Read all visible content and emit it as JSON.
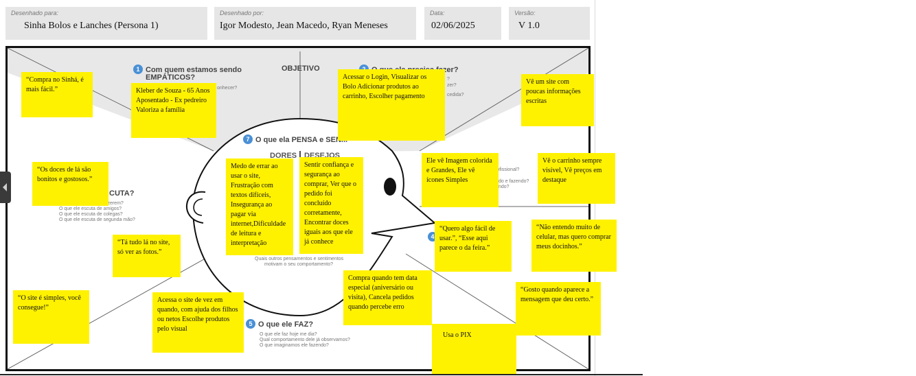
{
  "header": {
    "para": {
      "caption": "Desenhado para:",
      "value": "Sinha Bolos e Lanches   (Persona 1)"
    },
    "por": {
      "caption": "Desenhado por:",
      "value": "Igor Modesto, Jean Macedo, Ryan Meneses"
    },
    "data": {
      "caption": "Data:",
      "value": "02/06/2025"
    },
    "versao": {
      "caption": "Versão:",
      "value": "V 1.0"
    }
  },
  "canvas": {
    "sec1": {
      "num": "1",
      "line1": "Com quem estamos sendo",
      "line2": "EMPÁTICOS?"
    },
    "objetivo": "OBJETIVO",
    "sec2": {
      "num": "2",
      "label": "O que ela precisa fazer?"
    },
    "sec7": {
      "num": "7",
      "label": "O que ela PENSA e SEN..."
    },
    "dores": "DORES",
    "desejos": "DESEJOS",
    "sec4_num": "4",
    "sec5": {
      "num": "5",
      "label": "O que ele FAZ?"
    },
    "escuta_fragment": "CUTA?",
    "hints": {
      "sec1": "onhecer?",
      "sec2_a": "?",
      "sec2_b": "zer?",
      "sec2_c": "cedida?",
      "sec3_a": "rofissional?",
      "sec3_b": "?",
      "sec3_c": "do e fazendo?",
      "sec3_d": "ndo?",
      "escuta_1": "dizerem?",
      "escuta_2": "O que ele escuta de amigos?",
      "escuta_3": "O que ele escuta de colegas?",
      "escuta_4": "O que ele escuta de segunda mão?",
      "pensa_1": "Quais outros pensamentos e sentimentos",
      "pensa_2": "motivam o seu comportamento?",
      "faz_1": "O que ele faz hoje me dia?",
      "faz_2": "Qual comportamento dele já observamos?",
      "faz_3": "O que imaginamos ele fazendo?"
    }
  },
  "notes": {
    "n_compra": "“Compra no Sinhá, é mais fácil.”",
    "n_kleber": "Kleber de Souza - 65 Anos Aposentado - Ex pedreiro Valoriza a família",
    "n_acessar": "Acessar o Login, Visualizar os Bolo  Adicionar produtos ao carrinho, Escolher pagamento",
    "n_site_poucas": "Vê um site com poucas informações escritas",
    "n_doces": "“Os doces de lá são bonitos e gostosos.”",
    "n_medo": "Medo de errar ao usar o site, Frustração com textos difíceis, Insegurança ao pagar via internet,Dificuldade de leitura e interpretação",
    "n_sentir": "Sentir confiança e segurança ao comprar, Ver que o pedido foi concluído corretamente, Encontrar doces iguais aos que ele já conhece",
    "n_imagem": "Ele vê Imagem colorida e Grandes, Ele vê ícones Simples",
    "n_carrinho": "Vê o carrinho sempre visível, Vê preços em destaque",
    "n_quero": "“Quero algo fácil de usar.”, “Esse aqui parece o da feira.”",
    "n_nao_entendo": "“Não entendo muito de celular, mas quero comprar meus docinhos.”",
    "n_ta_tudo": "“Tá tudo lá no site, só ver as fotos.”",
    "n_data_especial": "Compra quando tem data especial (aniversário ou visita), Cancela pedidos quando percebe erro",
    "n_gosto": "“Gosto quando aparece a mensagem que deu certo.”",
    "n_simples": "“O site é simples, você consegue!”",
    "n_acessa": "Acessa o site de vez em quando, com ajuda dos filhos ou netos  Escolhe produtos pelo visual",
    "n_pix": "Usa o PIX"
  }
}
